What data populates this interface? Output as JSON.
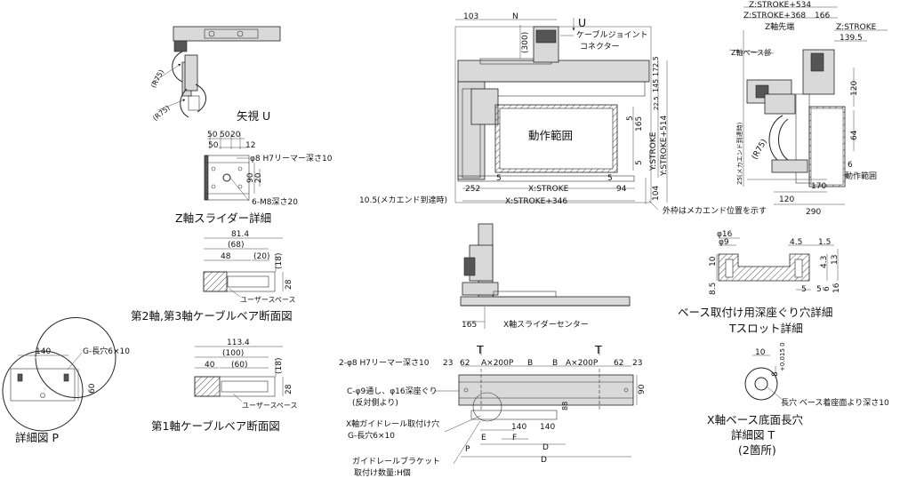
{
  "top_left": {
    "view_u": "矢視 U",
    "r75_a": "(R75)",
    "r75_b": "(R75)"
  },
  "z_slider": {
    "dims": [
      "50",
      "50",
      "20",
      "50",
      "12"
    ],
    "hole": "φ8 H7リーマー深さ10",
    "v90": "90",
    "v20": "20",
    "tap": "6-M8深さ20",
    "title": "Z軸スライダー詳細"
  },
  "cable2": {
    "d1": "81.4",
    "d2": "(68)",
    "d3": "48",
    "d4": "(20)",
    "d5": "(18)",
    "d6": "28",
    "user_space": "ユーザースペース",
    "title": "第2軸,第3軸ケーブルベア断面図"
  },
  "cable1": {
    "d1": "113.4",
    "d2": "(100)",
    "d3": "40",
    "d4": "(60)",
    "d5": "(18)",
    "d6": "28",
    "user_space": "ユーザースペース",
    "title": "第1軸ケーブルベア断面図"
  },
  "detail_p": {
    "w140": "140",
    "slot": "G-長穴6×10",
    "h60": "60",
    "title": "詳細図 P"
  },
  "main_view": {
    "d103": "103",
    "n": "N",
    "u_arrow": "U",
    "d300": "(300)",
    "cable_joint": "ケーブルジョイント",
    "connector": "コネクター",
    "work_area": "動作範囲",
    "d5a": "5",
    "d165": "165",
    "d5b": "5",
    "ystroke": "Y:STROKE",
    "ystroke514": "Y:STROKE+514",
    "d172_5": "172.5",
    "d145": "145",
    "d22_5": "22.5",
    "d252": "252",
    "d5c": "5",
    "xstroke": "X:STROKE",
    "d5d": "5",
    "d94": "94",
    "d104": "104",
    "d10_5": "10.5(メカエンド到達時)",
    "xstroke346": "X:STROKE+346",
    "outer_note": "外枠はメカエンド位置を示す"
  },
  "right_view": {
    "zs534": "Z:STROKE+534",
    "zs368": "Z:STROKE+368",
    "d166": "166",
    "zs": "Z:STROKE",
    "d139_5": "139.5",
    "z_tip": "Z軸先端",
    "z_base": "Z軸ベース部",
    "d120a": "120",
    "d64": "64",
    "r75": "(R75)",
    "mecha_end": "25(メカエンド到達時)",
    "d6": "6",
    "work_area": "動作範囲",
    "d170": "170",
    "d120b": "120",
    "d290": "290"
  },
  "mid_view": {
    "d165": "165",
    "x_center": "X軸スライダーセンター"
  },
  "t_slot": {
    "phi16": "φ16",
    "phi9": "φ9",
    "d4_5": "4.5",
    "d1_5": "1.5",
    "d10": "10",
    "d8_5": "8.5",
    "d4_3": "4.3",
    "d13": "13",
    "d5a": "5",
    "d5b": "5",
    "d6": "6",
    "d16": "16",
    "title1": "ベース取付け用深座ぐり穴詳細",
    "title2": "Tスロット詳細"
  },
  "bottom_view": {
    "holes": "2-φ8 H7リーマー深さ10",
    "d23a": "23",
    "d62a": "62",
    "a200a": "A×200P",
    "b1": "B",
    "b2": "B",
    "a200b": "A×200P",
    "d62b": "62",
    "d23b": "23",
    "t1": "T",
    "t2": "T",
    "c_holes": "C-φ9通し、φ16深座ぐり",
    "c_holes2": "(反対側より)",
    "d90": "90",
    "d88": "88",
    "rail_mount": "X軸ガイドレール取付け穴",
    "rail_slot": "G-長穴6×10",
    "p": "P",
    "e": "E",
    "f": "F",
    "d140a": "140",
    "d140b": "140",
    "d": "D",
    "d_total": "D",
    "bracket": "ガイドレールブラケット",
    "bracket_qty": "取付け数量:H個"
  },
  "detail_t": {
    "d10": "10",
    "d8": "8",
    "tol": "+0.015 0",
    "slot": "長穴 ベース着座面より深さ10",
    "title1": "X軸ベース底面長穴",
    "title2": "詳細図 T",
    "title3": "(2箇所)"
  }
}
